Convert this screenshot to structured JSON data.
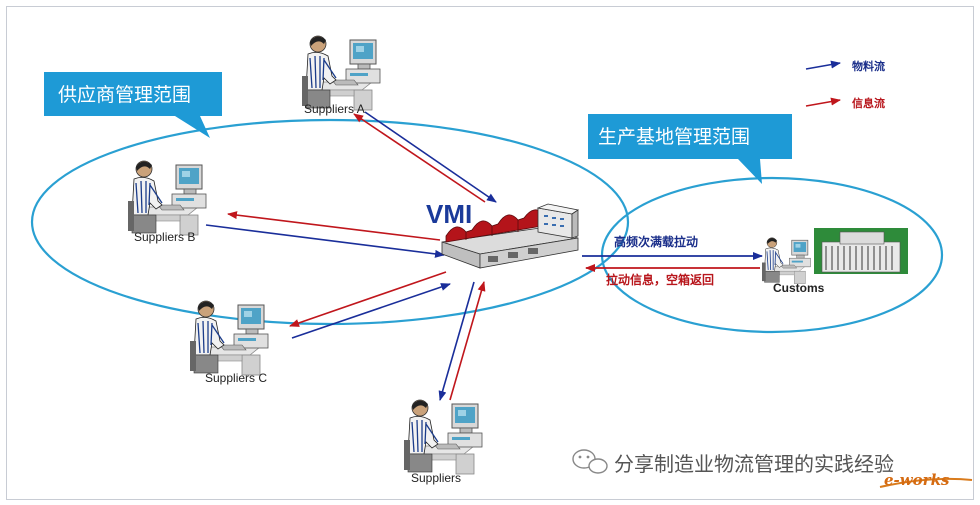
{
  "regions": {
    "supplier_scope": "供应商管理范围",
    "production_scope": "生产基地管理范围"
  },
  "hub": {
    "label": "VMI"
  },
  "nodes": {
    "supplier_a": "Suppliers  A",
    "supplier_b": "Suppliers  B",
    "supplier_c": "Suppliers  C",
    "supplier_d": "Suppliers",
    "customs": "Customs"
  },
  "legend": {
    "material_flow": "物料流",
    "info_flow": "信息流"
  },
  "flows": {
    "pull_high_freq": "高频次满载拉动",
    "pull_info_return": "拉动信息，空箱返回"
  },
  "watermark": {
    "text": "分享制造业物流管理的实践经验"
  },
  "logo": {
    "text": "e-works"
  },
  "colors": {
    "region_box": "#1e9ad6",
    "ellipse_stroke": "#2aa0d2",
    "material_arrow": "#1a2e9a",
    "info_arrow": "#c0161c"
  },
  "icons": {
    "person": "person-at-computer-icon",
    "factory": "factory-building-icon",
    "building": "office-building-icon",
    "wechat": "wechat-icon"
  }
}
